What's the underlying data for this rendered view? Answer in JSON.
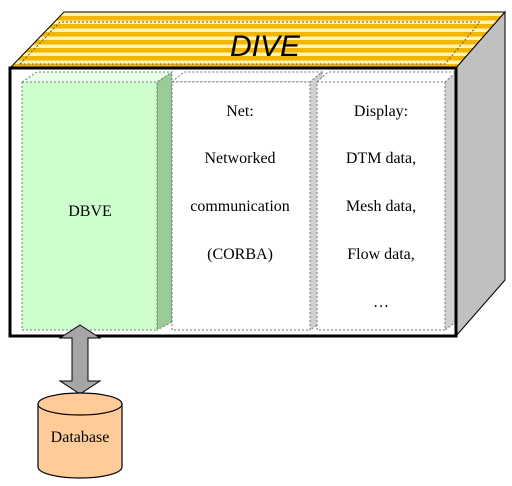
{
  "title": "DIVE",
  "modules": {
    "dbve": {
      "label": "DBVE"
    },
    "net": {
      "lines": [
        "Net:",
        "Networked",
        "communication",
        "(CORBA)"
      ]
    },
    "display": {
      "lines": [
        "Display:",
        "DTM data,",
        "Mesh data,",
        "Flow data,",
        "…"
      ]
    }
  },
  "database": {
    "label": "Database"
  },
  "colors": {
    "stripe_gold": "#f2b600",
    "stripe_light": "#fff3b0",
    "dbve_front": "#ccffcc",
    "dbve_side": "#99cc99",
    "database_fill": "#ffcc99",
    "right_side": "#c0c0c0",
    "arrow": "#a6a6a6"
  }
}
